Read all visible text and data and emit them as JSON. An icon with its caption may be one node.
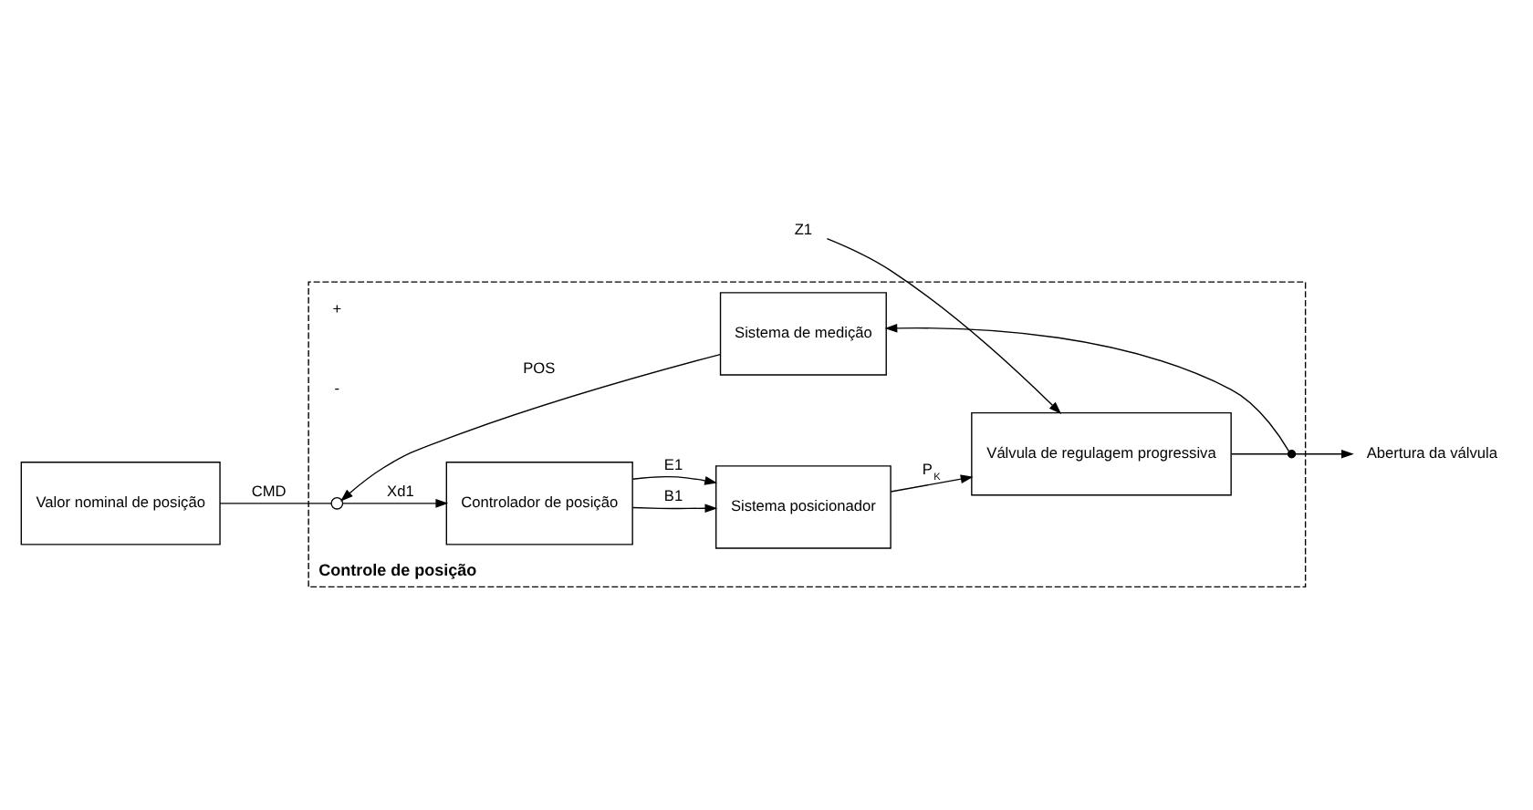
{
  "diagram": {
    "nodes": [
      {
        "text": [
          "Controle de posição"
        ]
      },
      {
        "text": [
          "Valor nominal de posição"
        ]
      },
      {
        "text": [],
        "shape": "circle",
        "in": 0
      },
      {
        "text": [
          "Controlador de posição"
        ],
        "in": 0
      },
      {
        "text": [
          "Sistema posicionador"
        ],
        "in": 0
      },
      {
        "text": [
          "Válvula de regulagem progressiva"
        ],
        "in": 0
      },
      {
        "text": [],
        "shape": "dot",
        "in": 0
      },
      {
        "text": [
          "Sistema de medição"
        ],
        "in": 0
      },
      {
        "text": [
          "Z1"
        ]
      },
      {
        "text": [
          "Abertura da válvula"
        ]
      }
    ],
    "edges": [
      {
        "from": 1,
        "to": 2,
        "arrow": "none",
        "label": "CMD"
      },
      {
        "from": 2,
        "to": 3,
        "arrow": "to",
        "label": "Xd1"
      },
      {
        "from": 3,
        "to": 4,
        "arrow": "to",
        "label": "B1"
      },
      {
        "from": 3,
        "to": 4,
        "arrow": "to",
        "label": "E1"
      },
      {
        "from": 4,
        "to": 5,
        "arrow": "to",
        "label": "P$_{K}$"
      },
      {
        "from": 8,
        "to": 5,
        "arrow": "to"
      },
      {
        "from": 5,
        "to": 6,
        "arrow": "none"
      },
      {
        "from": 6,
        "to": 9,
        "arrow": "to"
      },
      {
        "from": 6,
        "to": 7,
        "arrow": "to"
      },
      {
        "from": 7,
        "to": 2,
        "arrow": "to",
        "label": "POS"
      }
    ],
    "labels": [
      "+",
      "-"
    ]
  }
}
